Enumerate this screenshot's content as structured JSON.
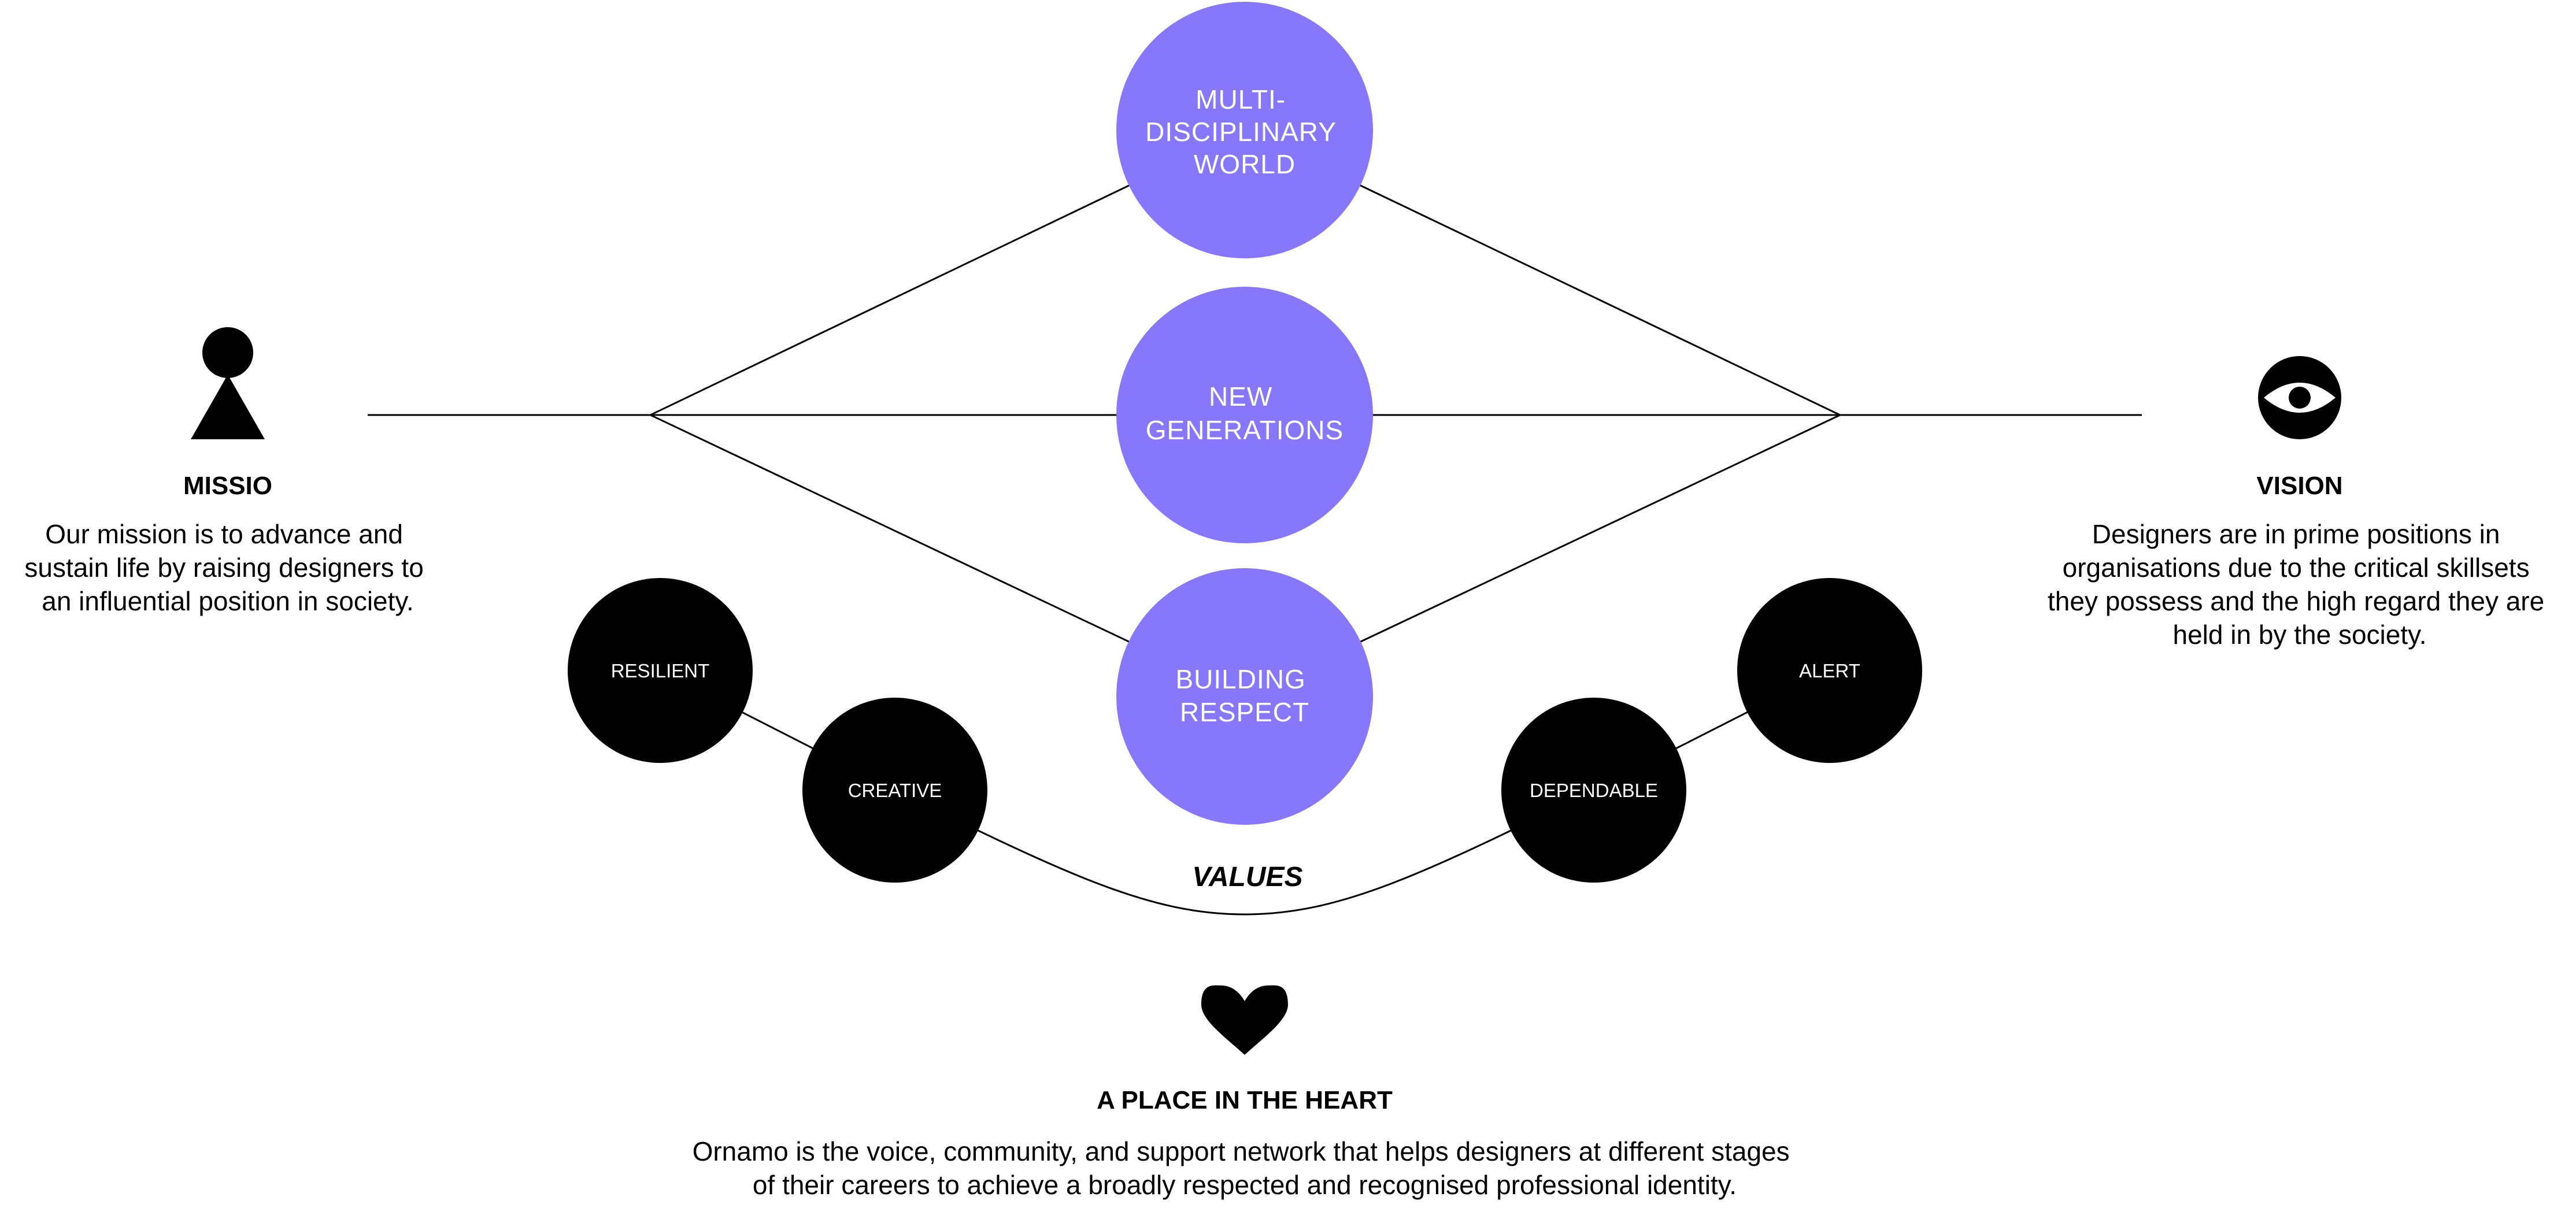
{
  "colors": {
    "accent": "#8677FB",
    "node_dark": "#000000",
    "background": "#FFFFFF",
    "text": "#000000"
  },
  "pillars": [
    {
      "id": "multidisciplinary",
      "lines": [
        "MULTI-",
        "DISCIPLINARY",
        "WORLD"
      ]
    },
    {
      "id": "new-generations",
      "lines": [
        "NEW",
        "GENERATIONS"
      ]
    },
    {
      "id": "building-respect",
      "lines": [
        "BUILDING",
        "RESPECT"
      ]
    }
  ],
  "values": {
    "label": "VALUES",
    "items": [
      {
        "id": "resilient",
        "label": "RESILIENT"
      },
      {
        "id": "creative",
        "label": "CREATIVE"
      },
      {
        "id": "dependable",
        "label": "DEPENDABLE"
      },
      {
        "id": "alert",
        "label": "ALERT"
      }
    ]
  },
  "mission": {
    "icon": "person-icon",
    "title": "MISSIO",
    "lines": [
      "Our mission is to advance and",
      "sustain life by raising designers to",
      "an influential position in society."
    ]
  },
  "vision": {
    "icon": "eye-icon",
    "title": "VISION",
    "lines": [
      "Designers are in prime positions in",
      "organisations due to the critical skillsets",
      "they possess and the high regard they are",
      "held in by the society."
    ]
  },
  "heart": {
    "icon": "heart-icon",
    "title": "A PLACE IN THE HEART",
    "lines": [
      "Ornamo is the voice, community, and support network that helps designers at different stages",
      "of their careers to achieve a broadly respected and recognised professional identity."
    ]
  }
}
